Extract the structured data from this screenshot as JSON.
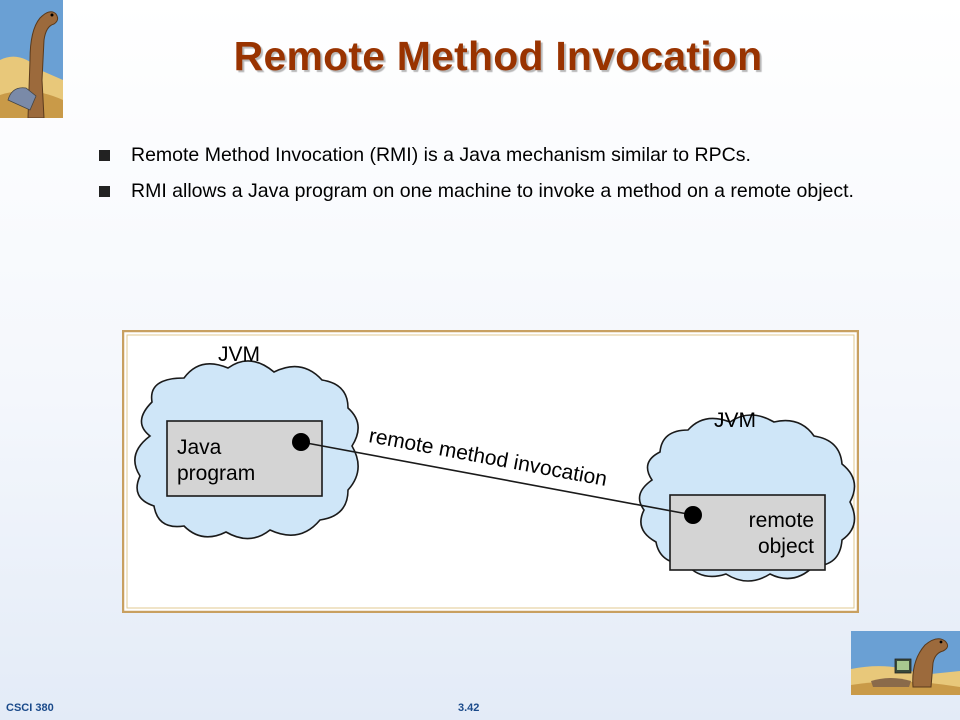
{
  "slide": {
    "title": "Remote Method Invocation",
    "bullets": [
      "Remote Method Invocation (RMI) is a Java mechanism similar to RPCs.",
      "RMI allows a Java program on one machine to invoke a method on a remote object."
    ]
  },
  "figure": {
    "left_jvm_label": "JVM",
    "right_jvm_label": "JVM",
    "java_program_line1": "Java",
    "java_program_line2": "program",
    "remote_object_line1": "remote",
    "remote_object_line2": "object",
    "arrow_label": "remote method invocation"
  },
  "footer": {
    "course": "CSCI 380",
    "page": "3.42"
  },
  "colors": {
    "title": "#993300",
    "cloud_fill": "#cfe6f8",
    "figure_border": "#c8a060",
    "box_fill": "#d4d4d4"
  }
}
